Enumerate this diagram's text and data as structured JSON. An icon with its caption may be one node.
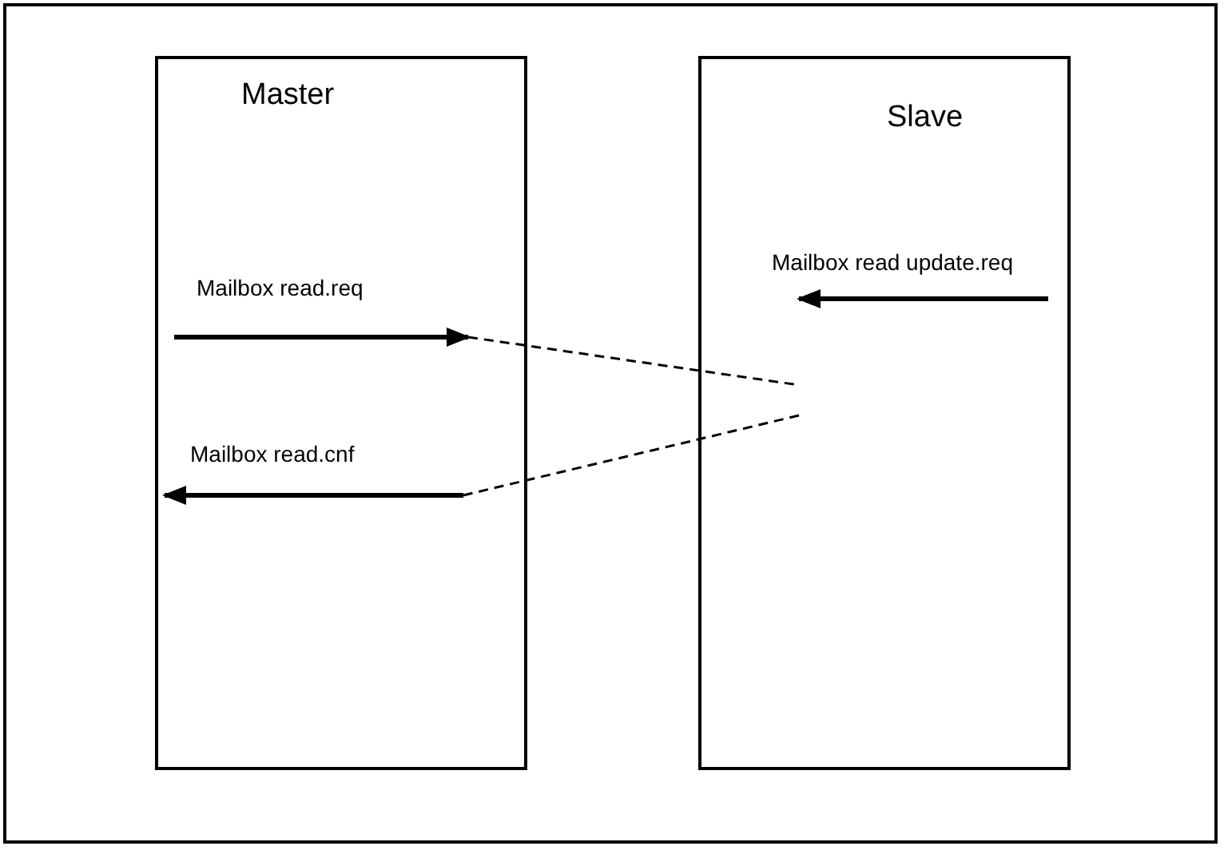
{
  "diagram": {
    "nodes": [
      {
        "text": [
          "Master"
        ]
      },
      {
        "text": [
          "Slave"
        ]
      }
    ],
    "edges": [
      {
        "from": null,
        "to": 0,
        "arrow": "to",
        "label": "Mailbox read.req"
      },
      {
        "from": 0,
        "to": 1,
        "arrow": "none",
        "style": "dashed"
      },
      {
        "from": 1,
        "to": 0,
        "arrow": "none",
        "style": "dashed"
      },
      {
        "from": null,
        "to": 0,
        "arrow": "to",
        "label": "Mailbox read.cnf"
      },
      {
        "from": null,
        "to": 1,
        "arrow": "to",
        "label": "Mailbox read update.req"
      }
    ]
  }
}
